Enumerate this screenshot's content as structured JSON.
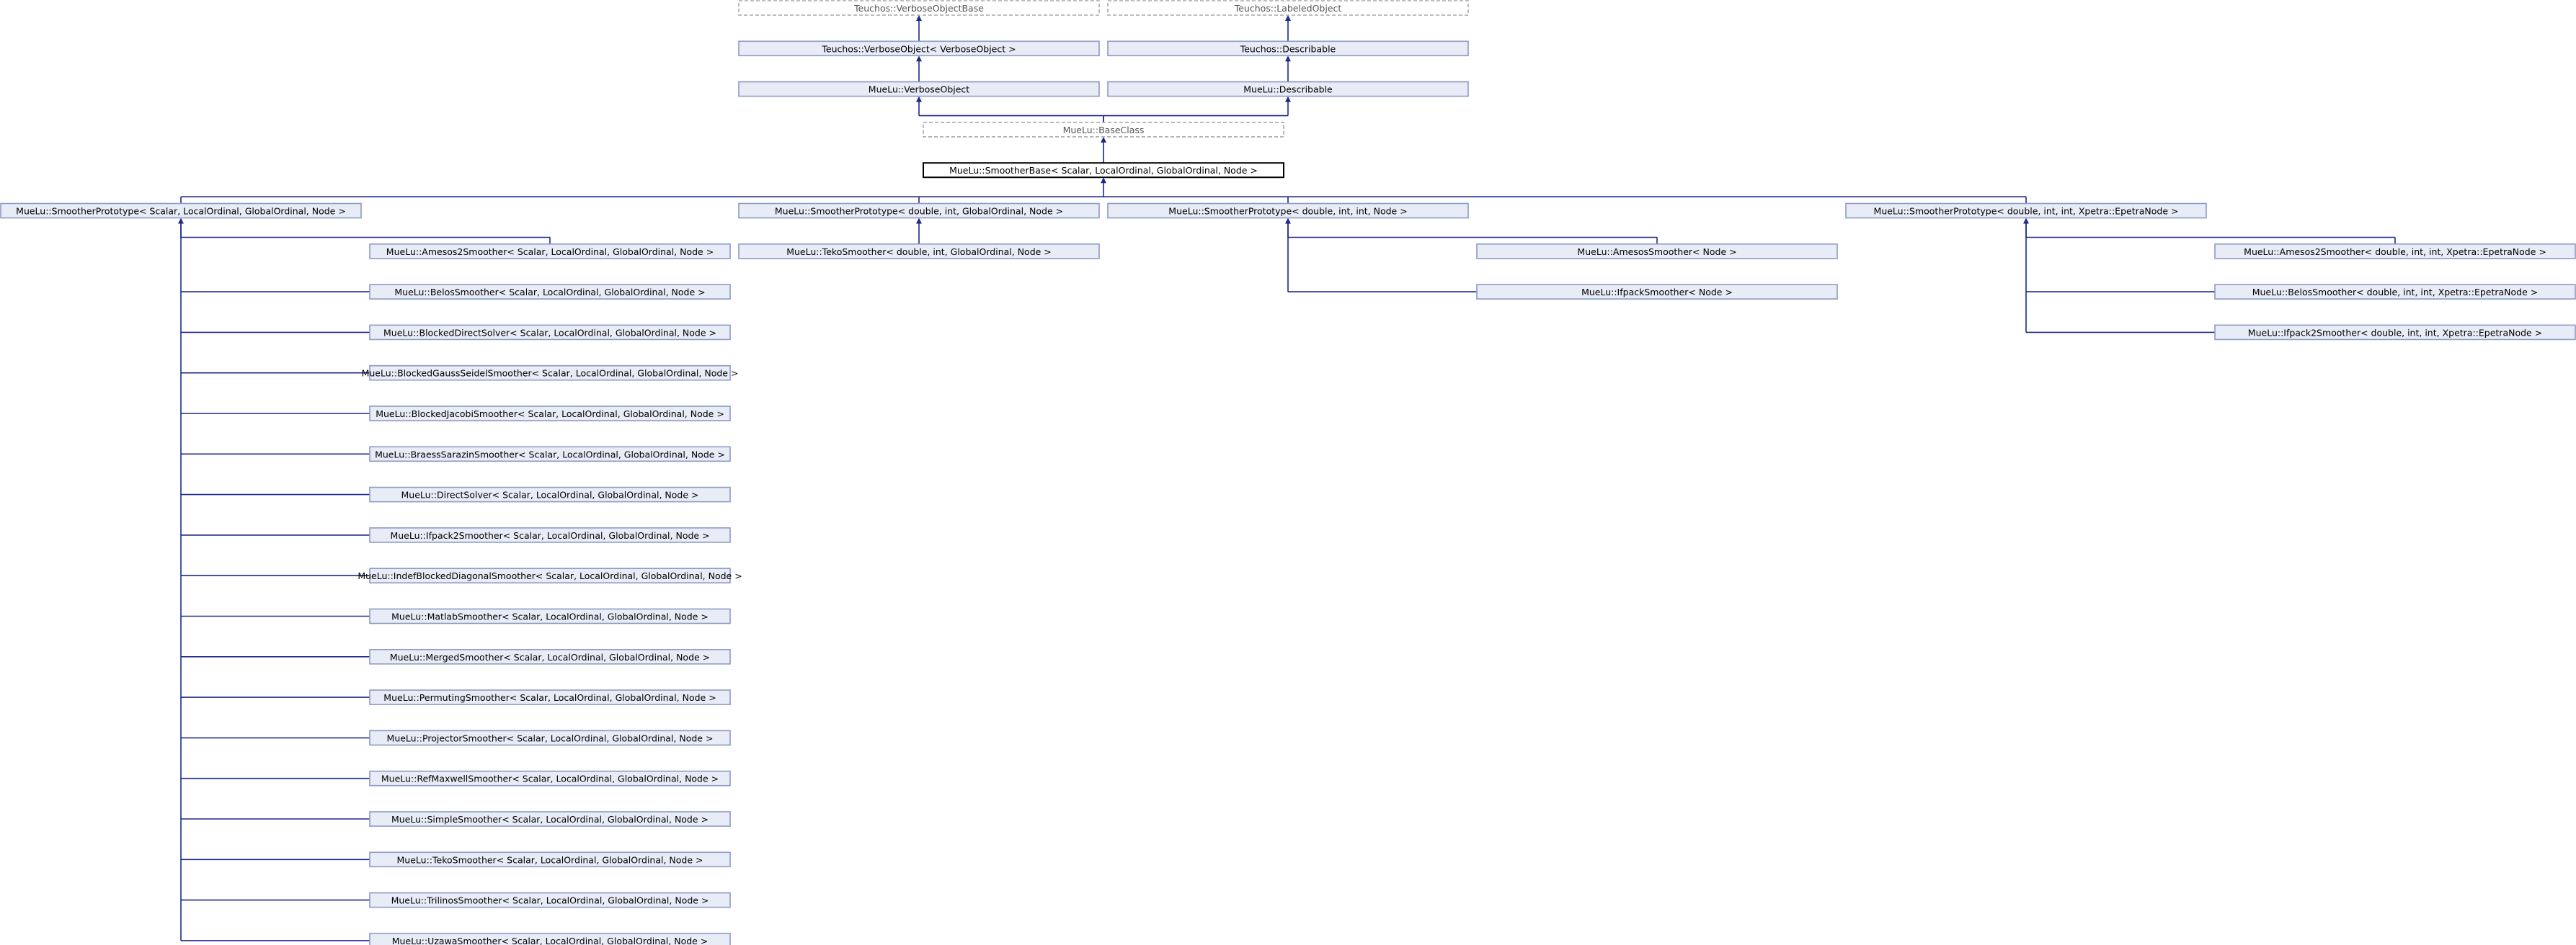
{
  "diagram": {
    "nodes": [
      {
        "id": "verbose_object_base",
        "label": "Teuchos::VerboseObjectBase",
        "style": "external"
      },
      {
        "id": "labeled_object",
        "label": "Teuchos::LabeledObject",
        "style": "external"
      },
      {
        "id": "teuchos_verbose_object",
        "label": "Teuchos::VerboseObject< VerboseObject >",
        "style": "normal"
      },
      {
        "id": "teuchos_describable",
        "label": "Teuchos::Describable",
        "style": "normal"
      },
      {
        "id": "muelu_verbose_object",
        "label": "MueLu::VerboseObject",
        "style": "normal"
      },
      {
        "id": "muelu_describable",
        "label": "MueLu::Describable",
        "style": "normal"
      },
      {
        "id": "base_class",
        "label": "MueLu::BaseClass",
        "style": "external"
      },
      {
        "id": "smoother_base",
        "label": "MueLu::SmootherBase< Scalar, LocalOrdinal, GlobalOrdinal, Node >",
        "style": "current"
      },
      {
        "id": "proto_generic",
        "label": "MueLu::SmootherPrototype< Scalar, LocalOrdinal, GlobalOrdinal, Node >",
        "style": "normal"
      },
      {
        "id": "proto_double_int_global",
        "label": "MueLu::SmootherPrototype< double, int, GlobalOrdinal, Node >",
        "style": "normal"
      },
      {
        "id": "proto_double_int_int",
        "label": "MueLu::SmootherPrototype< double, int, int, Node >",
        "style": "normal"
      },
      {
        "id": "proto_epetra",
        "label": "MueLu::SmootherPrototype< double, int, int, Xpetra::EpetraNode >",
        "style": "normal"
      },
      {
        "id": "teko_double",
        "label": "MueLu::TekoSmoother< double, int, GlobalOrdinal, Node >",
        "style": "normal"
      },
      {
        "id": "amesos_node",
        "label": "MueLu::AmesosSmoother< Node >",
        "style": "normal"
      },
      {
        "id": "ifpack_node",
        "label": "MueLu::IfpackSmoother< Node >",
        "style": "normal"
      },
      {
        "id": "amesos2_epetra",
        "label": "MueLu::Amesos2Smoother< double, int, int, Xpetra::EpetraNode >",
        "style": "normal"
      },
      {
        "id": "belos_epetra",
        "label": "MueLu::BelosSmoother< double, int, int, Xpetra::EpetraNode >",
        "style": "normal"
      },
      {
        "id": "ifpack2_epetra",
        "label": "MueLu::Ifpack2Smoother< double, int, int, Xpetra::EpetraNode >",
        "style": "normal"
      },
      {
        "id": "c_amesos2",
        "label": "MueLu::Amesos2Smoother< Scalar, LocalOrdinal, GlobalOrdinal, Node >",
        "style": "normal"
      },
      {
        "id": "c_belos",
        "label": "MueLu::BelosSmoother< Scalar, LocalOrdinal, GlobalOrdinal, Node >",
        "style": "normal"
      },
      {
        "id": "c_blocked_direct",
        "label": "MueLu::BlockedDirectSolver< Scalar, LocalOrdinal, GlobalOrdinal, Node >",
        "style": "normal"
      },
      {
        "id": "c_blocked_gs",
        "label": "MueLu::BlockedGaussSeidelSmoother< Scalar, LocalOrdinal, GlobalOrdinal, Node >",
        "style": "normal"
      },
      {
        "id": "c_blocked_jacobi",
        "label": "MueLu::BlockedJacobiSmoother< Scalar, LocalOrdinal, GlobalOrdinal, Node >",
        "style": "normal"
      },
      {
        "id": "c_braess",
        "label": "MueLu::BraessSarazinSmoother< Scalar, LocalOrdinal, GlobalOrdinal, Node >",
        "style": "normal"
      },
      {
        "id": "c_direct",
        "label": "MueLu::DirectSolver< Scalar, LocalOrdinal, GlobalOrdinal, Node >",
        "style": "normal"
      },
      {
        "id": "c_ifpack2",
        "label": "MueLu::Ifpack2Smoother< Scalar, LocalOrdinal, GlobalOrdinal, Node >",
        "style": "normal"
      },
      {
        "id": "c_indef",
        "label": "MueLu::IndefBlockedDiagonalSmoother< Scalar, LocalOrdinal, GlobalOrdinal, Node >",
        "style": "normal"
      },
      {
        "id": "c_matlab",
        "label": "MueLu::MatlabSmoother< Scalar, LocalOrdinal, GlobalOrdinal, Node >",
        "style": "normal"
      },
      {
        "id": "c_merged",
        "label": "MueLu::MergedSmoother< Scalar, LocalOrdinal, GlobalOrdinal, Node >",
        "style": "normal"
      },
      {
        "id": "c_permuting",
        "label": "MueLu::PermutingSmoother< Scalar, LocalOrdinal, GlobalOrdinal, Node >",
        "style": "normal"
      },
      {
        "id": "c_projector",
        "label": "MueLu::ProjectorSmoother< Scalar, LocalOrdinal, GlobalOrdinal, Node >",
        "style": "normal"
      },
      {
        "id": "c_refmaxwell",
        "label": "MueLu::RefMaxwellSmoother< Scalar, LocalOrdinal, GlobalOrdinal, Node >",
        "style": "normal"
      },
      {
        "id": "c_simple",
        "label": "MueLu::SimpleSmoother< Scalar, LocalOrdinal, GlobalOrdinal, Node >",
        "style": "normal"
      },
      {
        "id": "c_teko",
        "label": "MueLu::TekoSmoother< Scalar, LocalOrdinal, GlobalOrdinal, Node >",
        "style": "normal"
      },
      {
        "id": "c_trilinos",
        "label": "MueLu::TrilinosSmoother< Scalar, LocalOrdinal, GlobalOrdinal, Node >",
        "style": "normal"
      },
      {
        "id": "c_uzawa",
        "label": "MueLu::UzawaSmoother< Scalar, LocalOrdinal, GlobalOrdinal, Node >",
        "style": "normal"
      }
    ],
    "edges": [
      {
        "from": "teuchos_verbose_object",
        "to": "verbose_object_base"
      },
      {
        "from": "teuchos_describable",
        "to": "labeled_object"
      },
      {
        "from": "muelu_verbose_object",
        "to": "teuchos_verbose_object"
      },
      {
        "from": "muelu_describable",
        "to": "teuchos_describable"
      },
      {
        "from": "base_class",
        "to": "muelu_verbose_object"
      },
      {
        "from": "base_class",
        "to": "muelu_describable"
      },
      {
        "from": "smoother_base",
        "to": "base_class"
      },
      {
        "from": "proto_generic",
        "to": "smoother_base"
      },
      {
        "from": "proto_double_int_global",
        "to": "smoother_base"
      },
      {
        "from": "proto_double_int_int",
        "to": "smoother_base"
      },
      {
        "from": "proto_epetra",
        "to": "smoother_base"
      },
      {
        "from": "teko_double",
        "to": "proto_double_int_global"
      },
      {
        "from": "amesos_node",
        "to": "proto_double_int_int"
      },
      {
        "from": "ifpack_node",
        "to": "proto_double_int_int"
      },
      {
        "from": "amesos2_epetra",
        "to": "proto_epetra"
      },
      {
        "from": "belos_epetra",
        "to": "proto_epetra"
      },
      {
        "from": "ifpack2_epetra",
        "to": "proto_epetra"
      },
      {
        "from": "c_amesos2",
        "to": "proto_generic"
      },
      {
        "from": "c_belos",
        "to": "proto_generic"
      },
      {
        "from": "c_blocked_direct",
        "to": "proto_generic"
      },
      {
        "from": "c_blocked_gs",
        "to": "proto_generic"
      },
      {
        "from": "c_blocked_jacobi",
        "to": "proto_generic"
      },
      {
        "from": "c_braess",
        "to": "proto_generic"
      },
      {
        "from": "c_direct",
        "to": "proto_generic"
      },
      {
        "from": "c_ifpack2",
        "to": "proto_generic"
      },
      {
        "from": "c_indef",
        "to": "proto_generic"
      },
      {
        "from": "c_matlab",
        "to": "proto_generic"
      },
      {
        "from": "c_merged",
        "to": "proto_generic"
      },
      {
        "from": "c_permuting",
        "to": "proto_generic"
      },
      {
        "from": "c_projector",
        "to": "proto_generic"
      },
      {
        "from": "c_refmaxwell",
        "to": "proto_generic"
      },
      {
        "from": "c_simple",
        "to": "proto_generic"
      },
      {
        "from": "c_teko",
        "to": "proto_generic"
      },
      {
        "from": "c_trilinos",
        "to": "proto_generic"
      },
      {
        "from": "c_uzawa",
        "to": "proto_generic"
      }
    ]
  }
}
